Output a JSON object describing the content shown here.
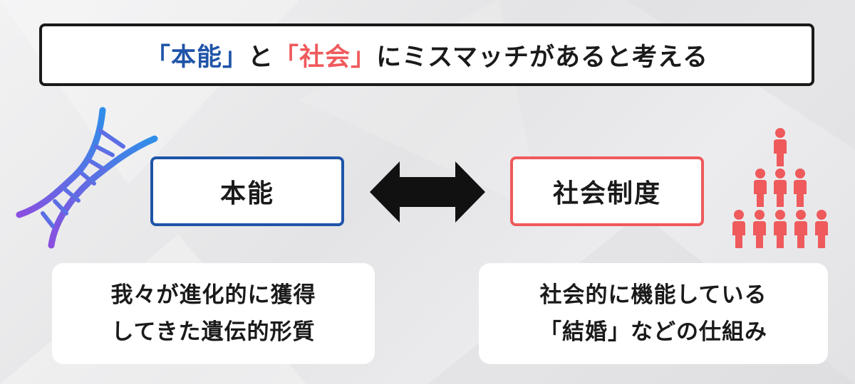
{
  "header": {
    "quote_open_1": "「",
    "word_instinct": "本能",
    "quote_close_1": "」",
    "and": "と",
    "quote_open_2": "「",
    "word_society": "社会",
    "quote_close_2": "」",
    "rest": "にミスマッチがあると考える"
  },
  "left": {
    "label": "本能",
    "desc_line1": "我々が進化的に獲得",
    "desc_line2": "してきた遺伝的形質"
  },
  "right": {
    "label": "社会制度",
    "desc_line1": "社会的に機能している",
    "desc_line2": "「結婚」などの仕組み"
  },
  "icons": {
    "left": "dna-icon",
    "center": "double-arrow-icon",
    "right": "people-pyramid-icon"
  },
  "colors": {
    "instinct_blue": "#1f54a8",
    "society_red": "#ef5a5c",
    "text": "#1a1a1a"
  }
}
